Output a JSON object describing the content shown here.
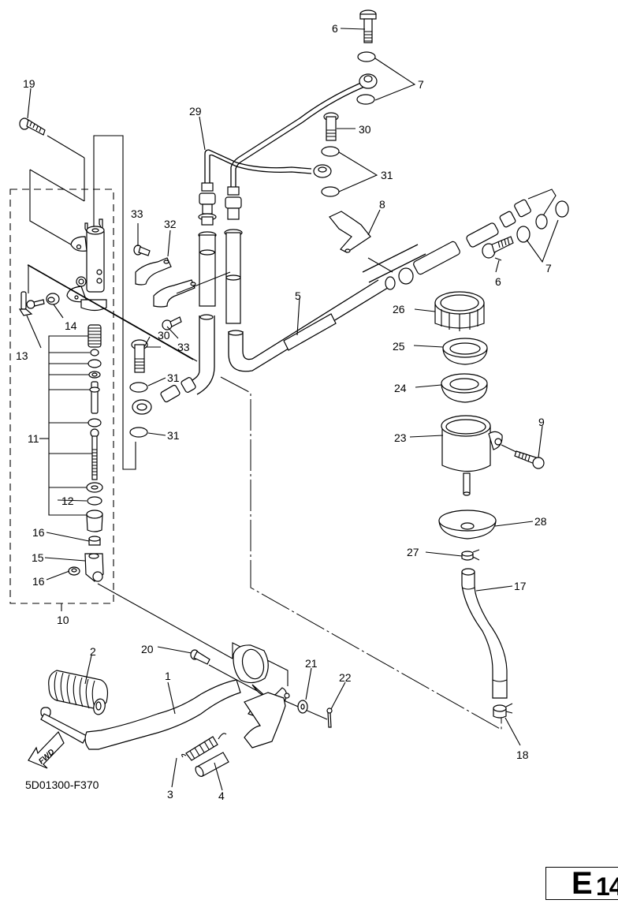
{
  "diagram": {
    "title": "Rear master cylinder / brake pedal exploded view",
    "drawing_code": "5D01300-F370",
    "page_ref": {
      "letter": "E",
      "number": "14"
    },
    "direction_marker": "FWD",
    "group_box_label": "10",
    "callouts": {
      "c1": "1",
      "c2": "2",
      "c3": "3",
      "c4": "4",
      "c5": "5",
      "c6a": "6",
      "c6b": "6",
      "c7a": "7",
      "c7b": "7",
      "c8": "8",
      "c9": "9",
      "c10": "10",
      "c11": "11",
      "c12": "12",
      "c13": "13",
      "c14": "14",
      "c15": "15",
      "c16a": "16",
      "c16b": "16",
      "c17": "17",
      "c18": "18",
      "c19": "19",
      "c20": "20",
      "c21": "21",
      "c22": "22",
      "c23": "23",
      "c24": "24",
      "c25": "25",
      "c26": "26",
      "c27": "27",
      "c28": "28",
      "c29": "29",
      "c30a": "30",
      "c30b": "30",
      "c31a": "31",
      "c31b": "31",
      "c31c": "31",
      "c32": "32",
      "c33a": "33",
      "c33b": "33"
    }
  }
}
